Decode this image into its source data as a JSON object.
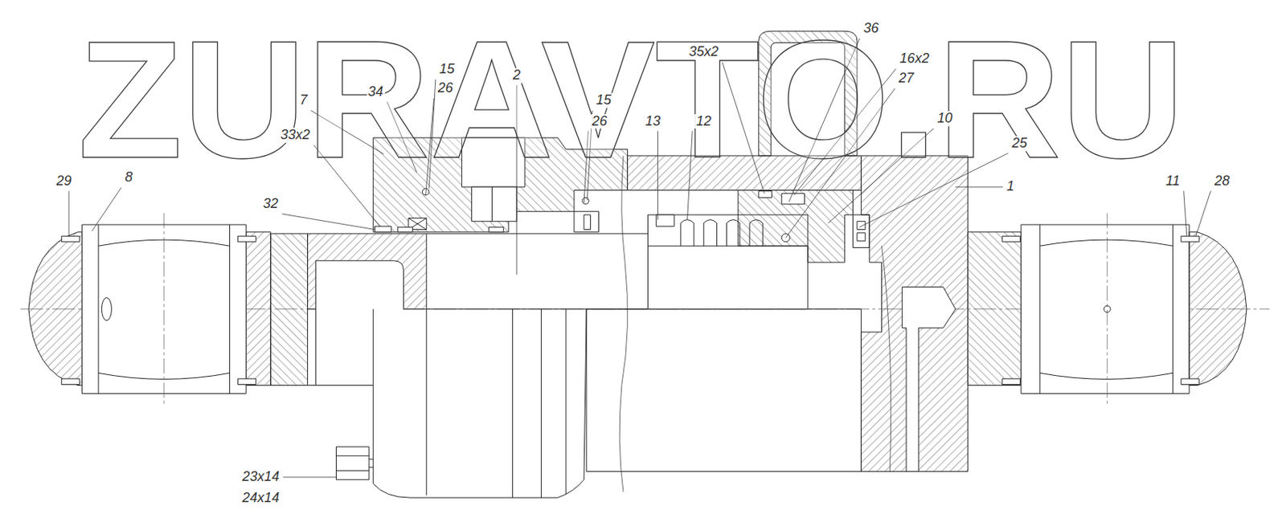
{
  "diagram": {
    "labels": [
      "ZURAVTO.RU",
      "36",
      "35x2",
      "16x2",
      "15",
      "2",
      "26",
      "34",
      "7",
      "27",
      "15",
      "10",
      "33x2",
      "26",
      "13",
      "12",
      "25",
      "29",
      "8",
      "11",
      "28",
      "1",
      "32",
      "23x14",
      "24x14"
    ]
  }
}
